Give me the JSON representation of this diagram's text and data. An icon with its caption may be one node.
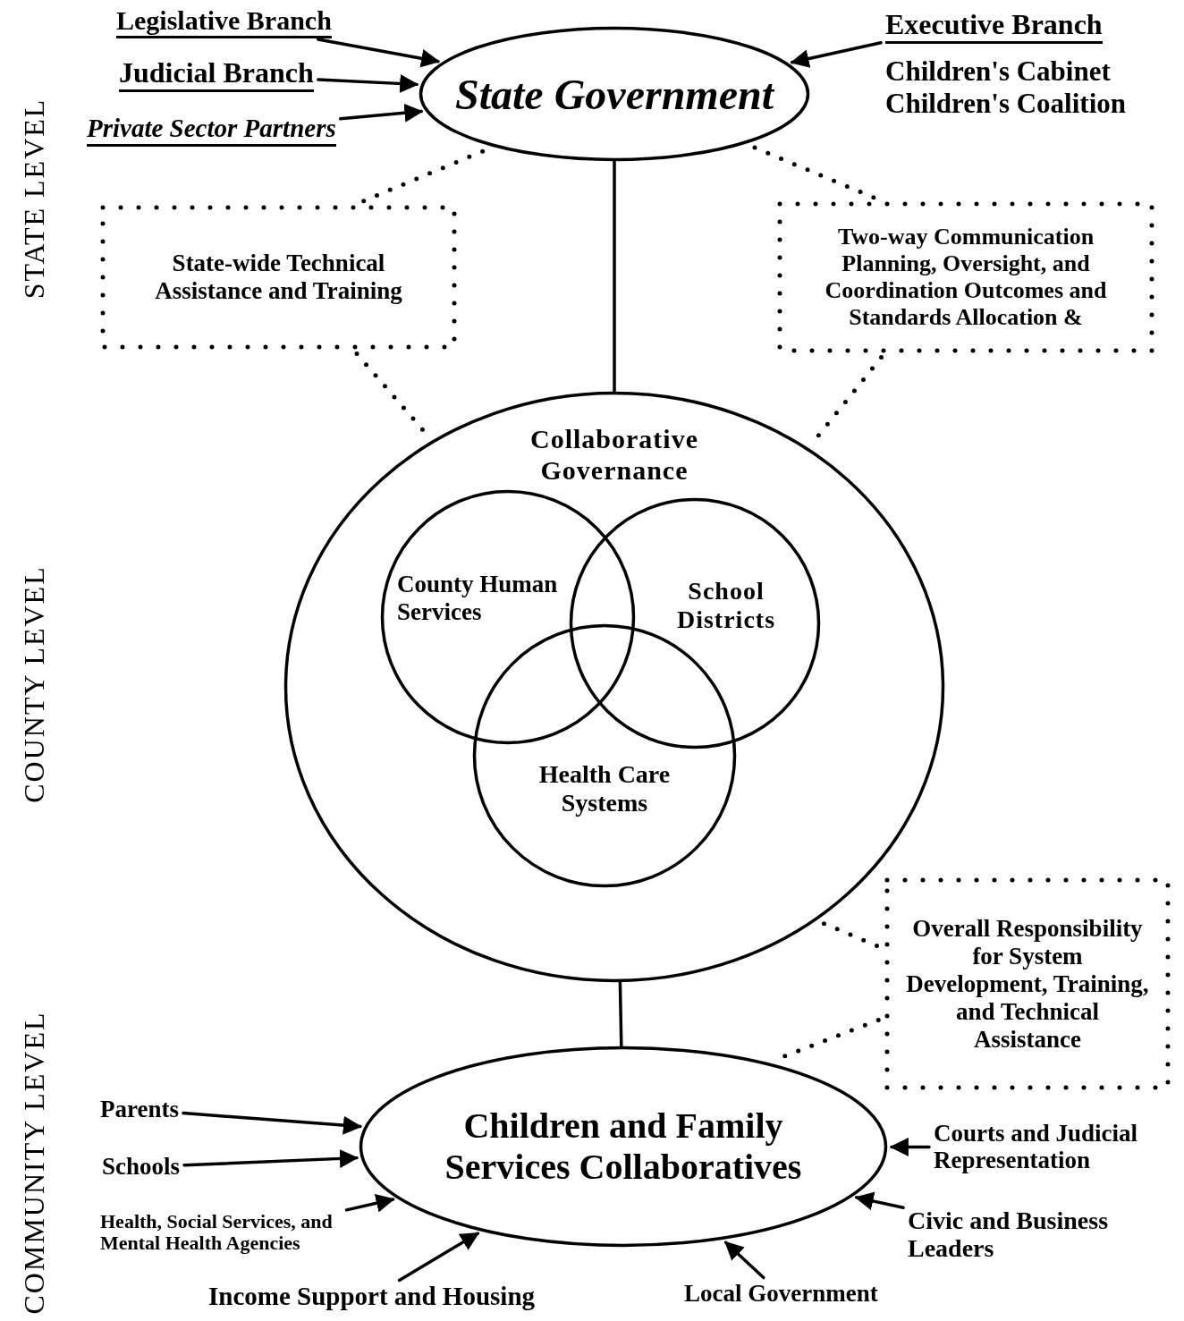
{
  "diagram": {
    "nodes": [
      {
        "text": [
          "Legislative Branch"
        ]
      },
      {
        "text": [
          "Judicial Branch"
        ]
      },
      {
        "text": [
          "Private Sector Partners"
        ]
      },
      {
        "text": [
          "State Government"
        ]
      },
      {
        "text": [
          "Executive Branch"
        ]
      },
      {
        "text": [
          "State-wide Technical Assistance and Training"
        ]
      },
      {
        "text": [
          "Two-way Communication Planning, Oversight, and Coordination Outcomes and Standards Allocation &"
        ]
      },
      {
        "text": [
          "Collaborative Governance"
        ]
      },
      {
        "text": [
          "County Human Services"
        ],
        "in": 7
      },
      {
        "text": [
          "School Districts"
        ],
        "in": 7
      },
      {
        "text": [
          "Health Care Systems"
        ],
        "in": 7
      },
      {
        "text": [
          "Overall Responsibility for System Development, Training, and Technical Assistance"
        ]
      },
      {
        "text": [
          "Children and Family Services Collaboratives"
        ]
      },
      {
        "text": [
          "Parents"
        ]
      },
      {
        "text": [
          "Schools"
        ]
      },
      {
        "text": [
          "Health, Social Services, and Mental Health Agencies"
        ]
      },
      {
        "text": [
          "Income Support and Housing"
        ]
      },
      {
        "text": [
          "Local Government"
        ]
      },
      {
        "text": [
          "Civic and Business Leaders"
        ]
      },
      {
        "text": [
          "Courts and Judicial Representation"
        ]
      }
    ],
    "edges": [
      {
        "from": 0,
        "to": 3,
        "arrow": "to"
      },
      {
        "from": 1,
        "to": 3,
        "arrow": "to"
      },
      {
        "from": 2,
        "to": 3,
        "arrow": "to"
      },
      {
        "from": 4,
        "to": 3,
        "arrow": "to"
      },
      {
        "from": 3,
        "to": 7,
        "arrow": "none"
      },
      {
        "from": 5,
        "to": 3,
        "arrow": "none",
        "style": "dashed"
      },
      {
        "from": 5,
        "to": 7,
        "arrow": "none",
        "style": "dashed"
      },
      {
        "from": 6,
        "to": 3,
        "arrow": "none",
        "style": "dashed"
      },
      {
        "from": 6,
        "to": 7,
        "arrow": "none",
        "style": "dashed"
      },
      {
        "from": 7,
        "to": 11,
        "arrow": "none",
        "style": "dashed"
      },
      {
        "from": 11,
        "to": 12,
        "arrow": "none",
        "style": "dashed"
      },
      {
        "from": 7,
        "to": 12,
        "arrow": "none"
      },
      {
        "from": 13,
        "to": 12,
        "arrow": "to"
      },
      {
        "from": 14,
        "to": 12,
        "arrow": "to"
      },
      {
        "from": 15,
        "to": 12,
        "arrow": "to"
      },
      {
        "from": 16,
        "to": 12,
        "arrow": "to"
      },
      {
        "from": 17,
        "to": 12,
        "arrow": "to"
      },
      {
        "from": 18,
        "to": 12,
        "arrow": "to"
      },
      {
        "from": 19,
        "to": 12,
        "arrow": "to"
      }
    ],
    "labels": [
      "STATE LEVEL",
      "Children's Cabinet",
      "Children's Coalition",
      "COUNTY LEVEL",
      "COMMUNITY LEVEL"
    ]
  }
}
